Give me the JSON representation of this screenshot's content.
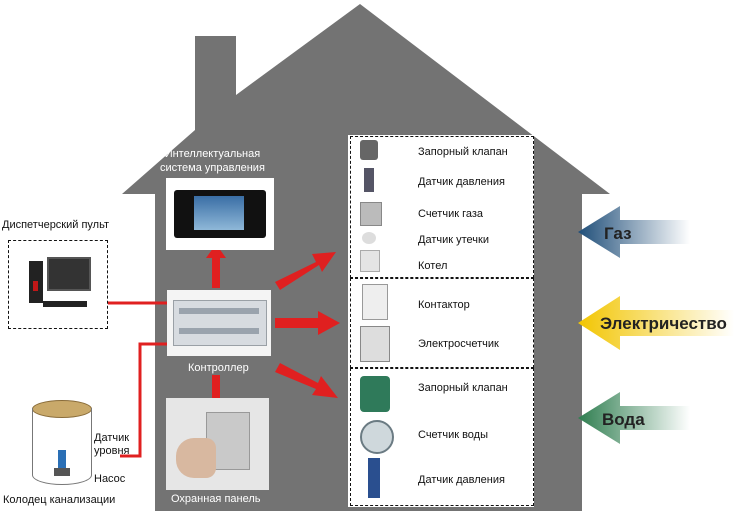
{
  "labels": {
    "intelligent_system": "Интеллектуальная\nсистема управления",
    "dispatcher": "Диспетчерский пульт",
    "controller": "Контроллер",
    "security_panel": "Охранная панель",
    "level_sensor": "Датчик\nуровня",
    "pump": "Насос",
    "sewer_well": "Колодец канализации"
  },
  "gas_group": [
    "Запорный клапан",
    "Датчик давления",
    "Счетчик газа",
    "Датчик утечки",
    "Котел"
  ],
  "electric_group": [
    "Контактор",
    "Электросчетчик"
  ],
  "water_group": [
    "Запорный клапан",
    "Счетчик воды",
    "Датчик давления"
  ],
  "inputs": {
    "gas": "Газ",
    "electricity": "Электричество",
    "water": "Вода"
  },
  "colors": {
    "house": "#737373",
    "red": "#e02020",
    "gas_arrow": "#1f4e79",
    "electric_arrow": "#f2c500",
    "water_arrow": "#2e7d4f"
  }
}
